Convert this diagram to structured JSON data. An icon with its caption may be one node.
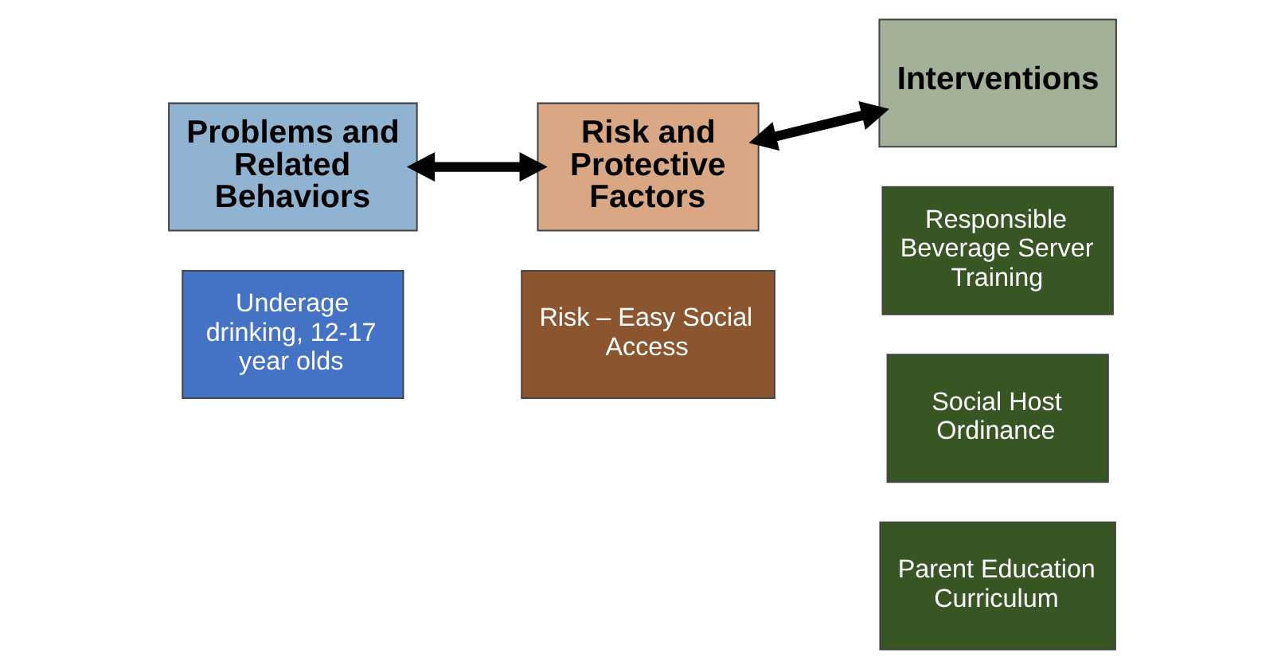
{
  "diagram": {
    "nodes": [
      {
        "text": [
          "Problems and Related Behaviors"
        ]
      },
      {
        "text": [
          "Risk and Protective Factors"
        ]
      },
      {
        "text": [
          "Interventions"
        ]
      },
      {
        "text": [
          "Underage drinking, 12-17 year olds"
        ]
      },
      {
        "text": [
          "Risk – Easy Social Access"
        ]
      },
      {
        "text": [
          "Responsible Beverage Server Training"
        ]
      },
      {
        "text": [
          "Social Host Ordinance"
        ]
      },
      {
        "text": [
          "Parent Education Curriculum"
        ]
      }
    ],
    "edges": [
      {
        "from": 0,
        "to": 1,
        "arrow": "both"
      },
      {
        "from": 1,
        "to": 2,
        "arrow": "both"
      }
    ]
  }
}
